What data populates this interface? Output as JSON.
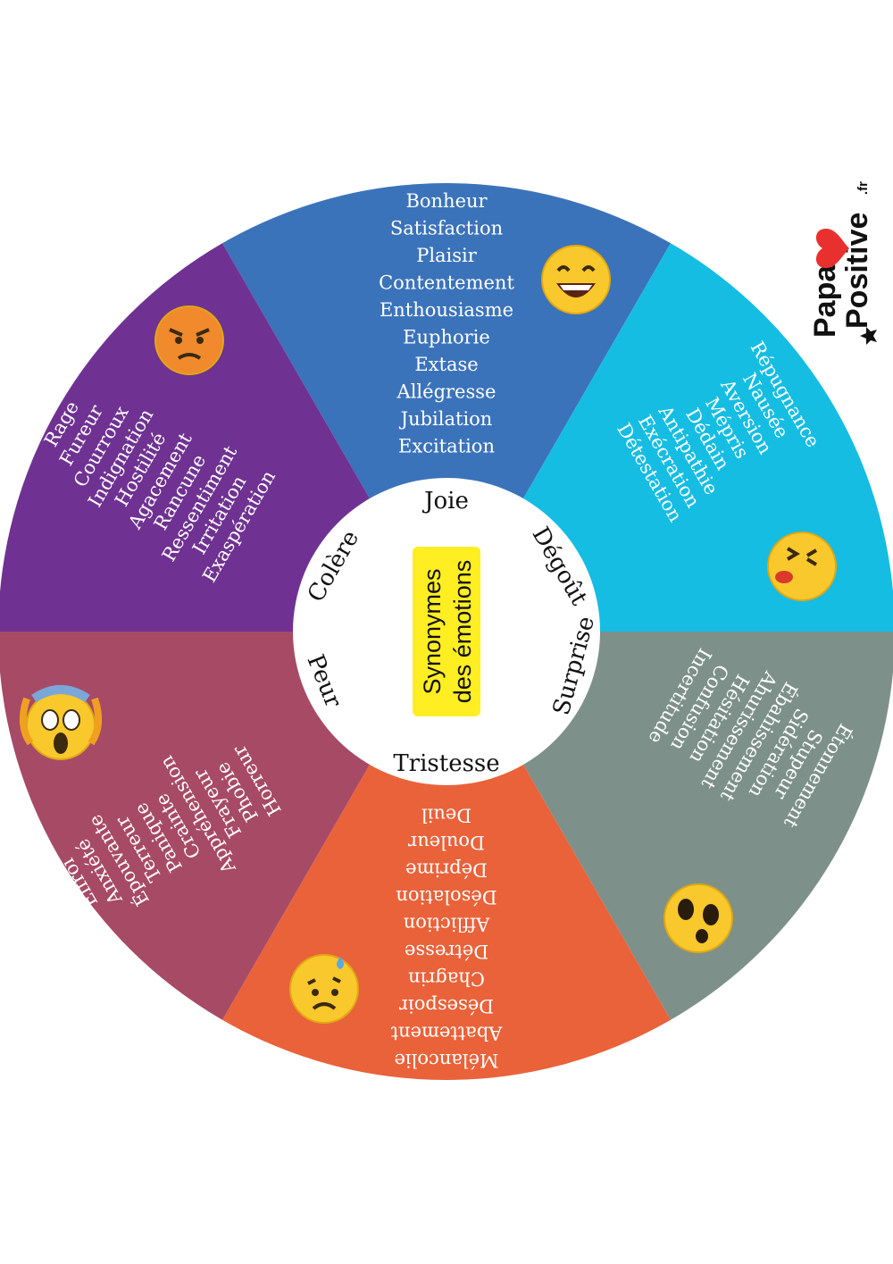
{
  "center": {
    "line1": "Synonymes",
    "line2": "des émotions",
    "highlight": "#ffee22"
  },
  "logo": {
    "papa": "Papa",
    "positive": "Positive",
    "suffix": ".fr",
    "heart": "#e8312f"
  },
  "segments": [
    {
      "id": "joie",
      "label": "Joie",
      "color": "#3b73ba",
      "emoji": "laughing-face",
      "words": [
        "Bonheur",
        "Satisfaction",
        "Plaisir",
        "Contentement",
        "Enthousiasme",
        "Euphorie",
        "Extase",
        "Allégresse",
        "Jubilation",
        "Excitation"
      ]
    },
    {
      "id": "degout",
      "label": "Dégoût",
      "color": "#15bde3",
      "emoji": "disgusted-face",
      "words": [
        "Répugnance",
        "Nausée",
        "Aversion",
        "Mépris",
        "Dédain",
        "Antipathie",
        "Exécration",
        "Détestation"
      ]
    },
    {
      "id": "surprise",
      "label": "Surprise",
      "color": "#7d918a",
      "emoji": "astonished-face",
      "words": [
        "Étonnement",
        "Stupeur",
        "Sidération",
        "Ébahissement",
        "Ahurissement",
        "Hésitation",
        "Confusion",
        "Incertitude"
      ]
    },
    {
      "id": "tristesse",
      "label": "Tristesse",
      "color": "#e9623a",
      "emoji": "sad-sweat-face",
      "words": [
        "Mélancolie",
        "Abattement",
        "Désespoir",
        "Chagrin",
        "Détresse",
        "Affliction",
        "Désolation",
        "Déprime",
        "Douleur",
        "Deuil"
      ]
    },
    {
      "id": "peur",
      "label": "Peur",
      "color": "#a74a66",
      "emoji": "screaming-face",
      "words": [
        "Effroi",
        "Anxiété",
        "Épouvante",
        "Terreur",
        "Panique",
        "Crainte",
        "Appréhension",
        "Frayeur",
        "Phobie",
        "Horreur"
      ]
    },
    {
      "id": "colere",
      "label": "Colère",
      "color": "#6f3292",
      "emoji": "angry-face",
      "words": [
        "Rage",
        "Fureur",
        "Courroux",
        "Indignation",
        "Hostilité",
        "Agacement",
        "Rancune",
        "Ressentiment",
        "Irritation",
        "Exaspération"
      ]
    }
  ]
}
